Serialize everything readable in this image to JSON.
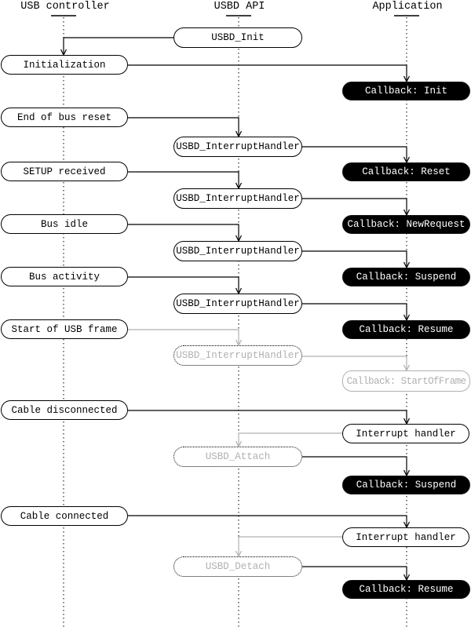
{
  "colors": {
    "black": "#000000",
    "gray": "#b0b0b0",
    "background": "#ffffff",
    "callback_fill": "#000000",
    "callback_text": "#ffffff"
  },
  "columns": [
    {
      "id": "usb-controller",
      "label": "USB controller"
    },
    {
      "id": "usbd-api",
      "label": "USBD API"
    },
    {
      "id": "application",
      "label": "Application"
    }
  ],
  "nodes": [
    {
      "id": "usbd-init",
      "column": "usbd-api",
      "kind": "api",
      "label": "USBD_Init"
    },
    {
      "id": "initialization",
      "column": "usb-controller",
      "kind": "event",
      "label": "Initialization"
    },
    {
      "id": "callback-init",
      "column": "application",
      "kind": "callback",
      "label": "Callback: Init"
    },
    {
      "id": "end-of-bus-reset",
      "column": "usb-controller",
      "kind": "event",
      "label": "End of bus reset"
    },
    {
      "id": "interrupt-handler-1",
      "column": "usbd-api",
      "kind": "api",
      "label": "USBD_InterruptHandler"
    },
    {
      "id": "setup-received",
      "column": "usb-controller",
      "kind": "event",
      "label": "SETUP received"
    },
    {
      "id": "callback-reset",
      "column": "application",
      "kind": "callback",
      "label": "Callback: Reset"
    },
    {
      "id": "interrupt-handler-2",
      "column": "usbd-api",
      "kind": "api",
      "label": "USBD_InterruptHandler"
    },
    {
      "id": "bus-idle",
      "column": "usb-controller",
      "kind": "event",
      "label": "Bus idle"
    },
    {
      "id": "callback-newrequest",
      "column": "application",
      "kind": "callback",
      "label": "Callback: NewRequest"
    },
    {
      "id": "interrupt-handler-3",
      "column": "usbd-api",
      "kind": "api",
      "label": "USBD_InterruptHandler"
    },
    {
      "id": "bus-activity",
      "column": "usb-controller",
      "kind": "event",
      "label": "Bus activity"
    },
    {
      "id": "callback-suspend-1",
      "column": "application",
      "kind": "callback",
      "label": "Callback: Suspend"
    },
    {
      "id": "interrupt-handler-4",
      "column": "usbd-api",
      "kind": "api",
      "label": "USBD_InterruptHandler"
    },
    {
      "id": "start-of-usb-frame",
      "column": "usb-controller",
      "kind": "event",
      "label": "Start of USB frame"
    },
    {
      "id": "callback-resume-1",
      "column": "application",
      "kind": "callback",
      "label": "Callback: Resume"
    },
    {
      "id": "interrupt-handler-5",
      "column": "usbd-api",
      "kind": "api-inactive",
      "label": "USBD_InterruptHandler"
    },
    {
      "id": "callback-startofframe",
      "column": "application",
      "kind": "callback-inactive",
      "label": "Callback: StartOfFrame"
    },
    {
      "id": "cable-disconnected",
      "column": "usb-controller",
      "kind": "event",
      "label": "Cable disconnected"
    },
    {
      "id": "interrupt-handler-app-1",
      "column": "application",
      "kind": "handler",
      "label": "Interrupt handler"
    },
    {
      "id": "usbd-attach",
      "column": "usbd-api",
      "kind": "api-inactive",
      "label": "USBD_Attach"
    },
    {
      "id": "callback-suspend-2",
      "column": "application",
      "kind": "callback",
      "label": "Callback: Suspend"
    },
    {
      "id": "cable-connected",
      "column": "usb-controller",
      "kind": "event",
      "label": "Cable connected"
    },
    {
      "id": "interrupt-handler-app-2",
      "column": "application",
      "kind": "handler",
      "label": "Interrupt handler"
    },
    {
      "id": "usbd-detach",
      "column": "usbd-api",
      "kind": "api-inactive",
      "label": "USBD_Detach"
    },
    {
      "id": "callback-resume-2",
      "column": "application",
      "kind": "callback",
      "label": "Callback: Resume"
    }
  ],
  "edges": [
    {
      "from": "usbd-init",
      "to": "initialization",
      "color": "black"
    },
    {
      "from": "initialization",
      "to": "callback-init",
      "color": "black"
    },
    {
      "from": "end-of-bus-reset",
      "to": "interrupt-handler-1",
      "color": "black"
    },
    {
      "from": "interrupt-handler-1",
      "to": "callback-reset",
      "color": "black"
    },
    {
      "from": "setup-received",
      "to": "interrupt-handler-2",
      "color": "black"
    },
    {
      "from": "interrupt-handler-2",
      "to": "callback-newrequest",
      "color": "black"
    },
    {
      "from": "bus-idle",
      "to": "interrupt-handler-3",
      "color": "black"
    },
    {
      "from": "interrupt-handler-3",
      "to": "callback-suspend-1",
      "color": "black"
    },
    {
      "from": "bus-activity",
      "to": "interrupt-handler-4",
      "color": "black"
    },
    {
      "from": "interrupt-handler-4",
      "to": "callback-resume-1",
      "color": "black"
    },
    {
      "from": "start-of-usb-frame",
      "to": "interrupt-handler-5",
      "color": "gray"
    },
    {
      "from": "interrupt-handler-5",
      "to": "callback-startofframe",
      "color": "gray"
    },
    {
      "from": "cable-disconnected",
      "to": "interrupt-handler-app-1",
      "color": "black"
    },
    {
      "from": "interrupt-handler-app-1",
      "to": "usbd-attach",
      "color": "gray"
    },
    {
      "from": "usbd-attach",
      "to": "callback-suspend-2",
      "color": "black"
    },
    {
      "from": "cable-connected",
      "to": "interrupt-handler-app-2",
      "color": "black"
    },
    {
      "from": "interrupt-handler-app-2",
      "to": "usbd-detach",
      "color": "gray"
    },
    {
      "from": "usbd-detach",
      "to": "callback-resume-2",
      "color": "black"
    }
  ]
}
